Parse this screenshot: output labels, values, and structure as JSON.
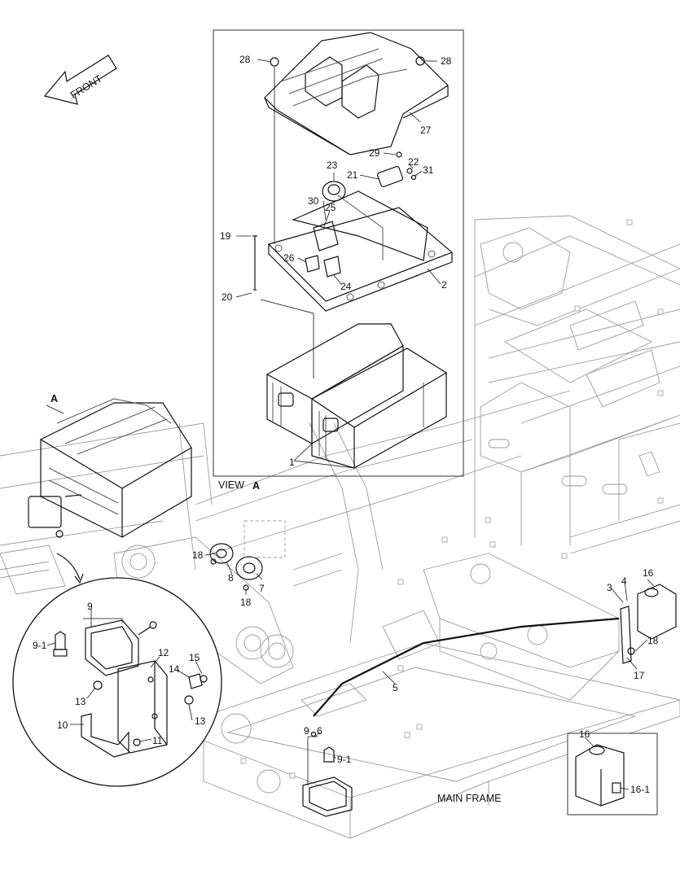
{
  "callouts": {
    "c28a": "28",
    "c28b": "28",
    "c27": "27",
    "c29": "29",
    "c22": "22",
    "c31": "31",
    "c23": "23",
    "c21": "21",
    "c30": "30",
    "c25": "25",
    "c19": "19",
    "c2": "2",
    "c26": "26",
    "c24": "24",
    "c20": "20",
    "c1": "1",
    "c18a": "18",
    "c8": "8",
    "c7": "7",
    "c18b": "18",
    "c16": "16",
    "c3": "3",
    "c4": "4",
    "c18c": "18",
    "c17": "17",
    "c5": "5",
    "c9": "9",
    "c91": "9-1",
    "c12": "12",
    "c15": "15",
    "c14": "14",
    "c13a": "13",
    "c13b": "13",
    "c10": "10",
    "c11": "11",
    "c9b": "9",
    "c6": "6",
    "c91b": "9-1",
    "c16b": "16",
    "c161": "16-1"
  },
  "labels": {
    "front": "FRONT",
    "view_prefix": "VIEW",
    "view_letter": "A",
    "arrow_letter": "A",
    "main_frame": "MAIN FRAME"
  },
  "colors": {
    "line": "#111111",
    "frame": "#9a9a9a",
    "background": "#ffffff"
  }
}
